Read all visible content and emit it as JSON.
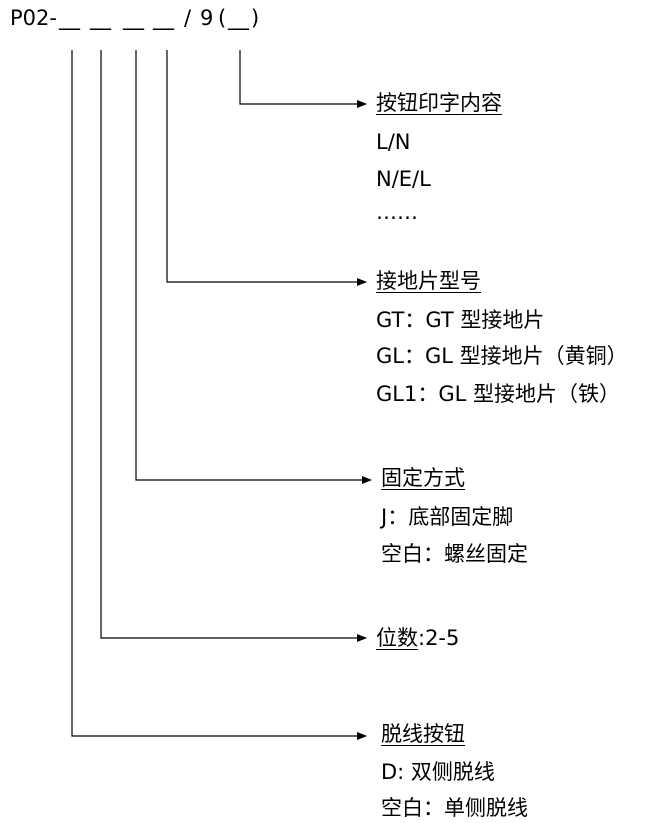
{
  "code": {
    "prefix": "P02-",
    "blanks": [
      "__",
      "__",
      "__",
      "__"
    ],
    "slash": "/",
    "nine": "9",
    "paren_open": "(",
    "paren_blank": "__",
    "paren_close": ")"
  },
  "sections": [
    {
      "heading": "按钮印字内容",
      "items": [
        "L/N",
        "N/E/L",
        "……"
      ]
    },
    {
      "heading": "接地片型号",
      "items": [
        "GT：GT 型接地片",
        "GL：GL 型接地片（黄铜）",
        "GL1：GL 型接地片（铁）"
      ]
    },
    {
      "heading": "固定方式",
      "items": [
        "J：底部固定脚",
        "空白：螺丝固定"
      ]
    },
    {
      "heading": "位数",
      "heading_suffix": ":2-5",
      "items": []
    },
    {
      "heading": "脱线按钮",
      "items": [
        "D: 双侧脱线",
        "空白：单侧脱线"
      ]
    }
  ]
}
